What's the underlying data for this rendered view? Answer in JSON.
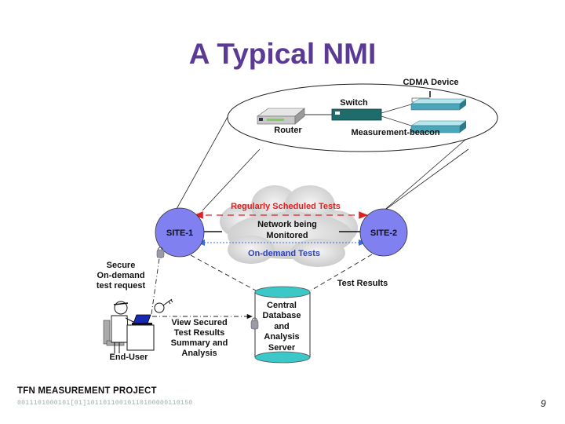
{
  "slide": {
    "title": "A Typical NMI",
    "page_number": "9"
  },
  "site_devices": {
    "cdma_label": "CDMA Device",
    "switch_label": "Switch",
    "router_label": "Router",
    "beacon_label": "Measurement-beacon"
  },
  "network": {
    "site1": "SITE-1",
    "site2": "SITE-2",
    "cloud_line1": "Network being",
    "cloud_line2": "Monitored",
    "scheduled_tests": "Regularly Scheduled Tests",
    "ondemand_tests": "On-demand Tests",
    "test_results": "Test Results"
  },
  "end_user": {
    "request_line1": "Secure",
    "request_line2": "On-demand",
    "request_line3": "test request",
    "label": "End-User",
    "view_line1": "View Secured",
    "view_line2": "Test Results",
    "view_line3": "Summary and",
    "view_line4": "Analysis"
  },
  "server": {
    "line1": "Central",
    "line2": "Database",
    "line3": "and",
    "line4": "Analysis",
    "line5": "Server"
  },
  "footer": {
    "logo_text": "TFN MEASUREMENT PROJECT",
    "bits": "0011101000101[01]10110110010110100000110150"
  },
  "colors": {
    "title": "#5b3a96",
    "site_fill": "#8080f0",
    "scheduled": "#e02020",
    "ondemand": "#2a3fc9",
    "db_top": "#3cc8c8"
  }
}
